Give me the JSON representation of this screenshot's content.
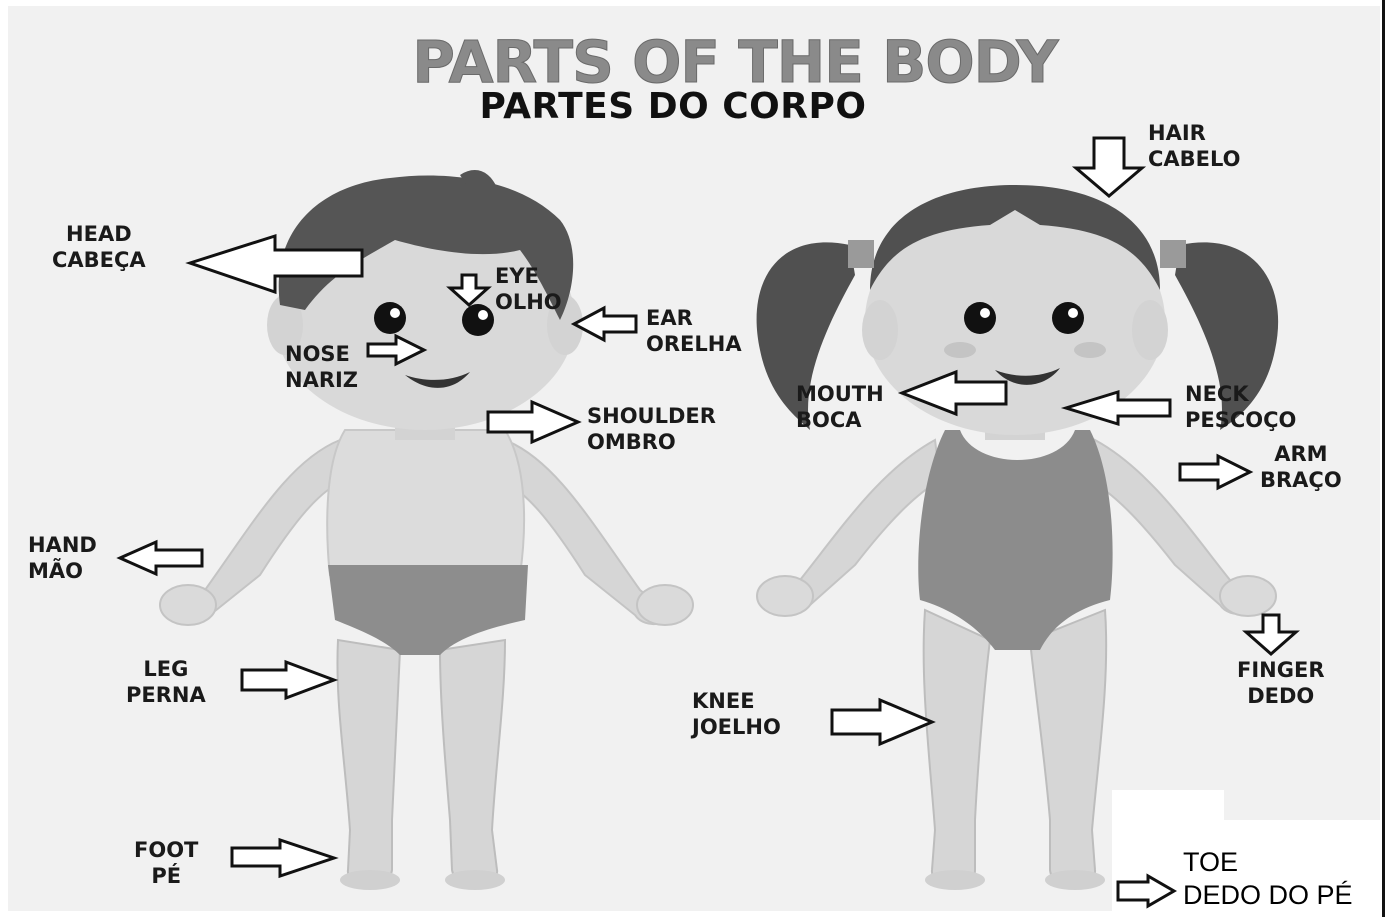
{
  "title": "PARTS OF THE BODY",
  "subtitle": "PARTES DO CORPO",
  "labels": {
    "hair": {
      "en": "HAIR",
      "pt": "CABELO"
    },
    "head": {
      "en": "HEAD",
      "pt": "CABEÇA"
    },
    "eye": {
      "en": "EYE",
      "pt": "OLHO"
    },
    "ear": {
      "en": "EAR",
      "pt": "ORELHA"
    },
    "nose": {
      "en": "NOSE",
      "pt": "NARIZ"
    },
    "shoulder": {
      "en": "SHOULDER",
      "pt": "OMBRO"
    },
    "mouth": {
      "en": "MOUTH",
      "pt": "BOCA"
    },
    "neck": {
      "en": "NECK",
      "pt": "PESCOÇO"
    },
    "arm": {
      "en": "ARM",
      "pt": "BRAÇO"
    },
    "hand": {
      "en": "HAND",
      "pt": "MÃO"
    },
    "leg": {
      "en": "LEG",
      "pt": "PERNA"
    },
    "finger": {
      "en": "FINGER",
      "pt": "DEDO"
    },
    "knee": {
      "en": "KNEE",
      "pt": "JOELHO"
    },
    "foot": {
      "en": "FOOT",
      "pt": "PÉ"
    },
    "toe": {
      "en": "TOE",
      "pt": "DEDO DO PÉ"
    }
  },
  "figures": [
    "boy",
    "girl"
  ],
  "colors": {
    "background": "#f1f1f1",
    "title_grey": "#8a8a8a",
    "skin": "#d8d8d8",
    "hair": "#555555",
    "swimsuit": "#8c8c8c",
    "outline": "#111111"
  }
}
